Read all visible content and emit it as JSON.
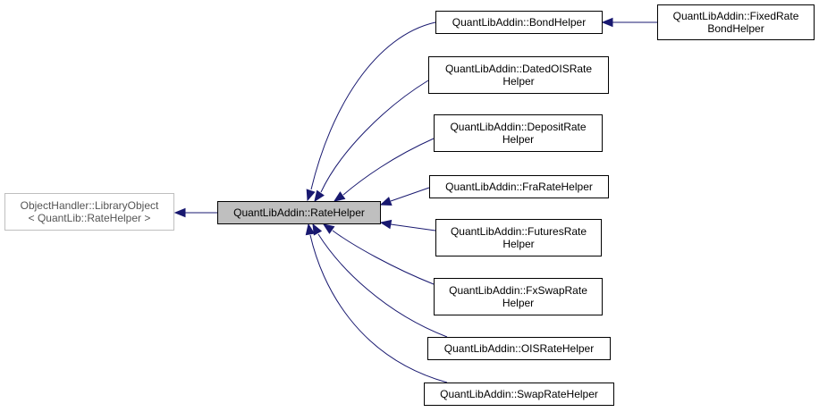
{
  "colors": {
    "edge": "#191970",
    "node_border": "#000000",
    "external_border": "#bfbfbf",
    "focus_fill": "#bfbfbf",
    "background": "#ffffff"
  },
  "nodes": {
    "library_object": {
      "lines": [
        "ObjectHandler::LibraryObject",
        "< QuantLib::RateHelper >"
      ]
    },
    "rate_helper": {
      "lines": [
        "QuantLibAddin::RateHelper"
      ]
    },
    "bond_helper": {
      "lines": [
        "QuantLibAddin::BondHelper"
      ]
    },
    "fixed_rate_bond_helper": {
      "lines": [
        "QuantLibAddin::FixedRate",
        "BondHelper"
      ]
    },
    "dated_ois_rate_helper": {
      "lines": [
        "QuantLibAddin::DatedOISRate",
        "Helper"
      ]
    },
    "deposit_rate_helper": {
      "lines": [
        "QuantLibAddin::DepositRate",
        "Helper"
      ]
    },
    "fra_rate_helper": {
      "lines": [
        "QuantLibAddin::FraRateHelper"
      ]
    },
    "futures_rate_helper": {
      "lines": [
        "QuantLibAddin::FuturesRate",
        "Helper"
      ]
    },
    "fx_swap_rate_helper": {
      "lines": [
        "QuantLibAddin::FxSwapRate",
        "Helper"
      ]
    },
    "ois_rate_helper": {
      "lines": [
        "QuantLibAddin::OISRateHelper"
      ]
    },
    "swap_rate_helper": {
      "lines": [
        "QuantLibAddin::SwapRateHelper"
      ]
    }
  }
}
